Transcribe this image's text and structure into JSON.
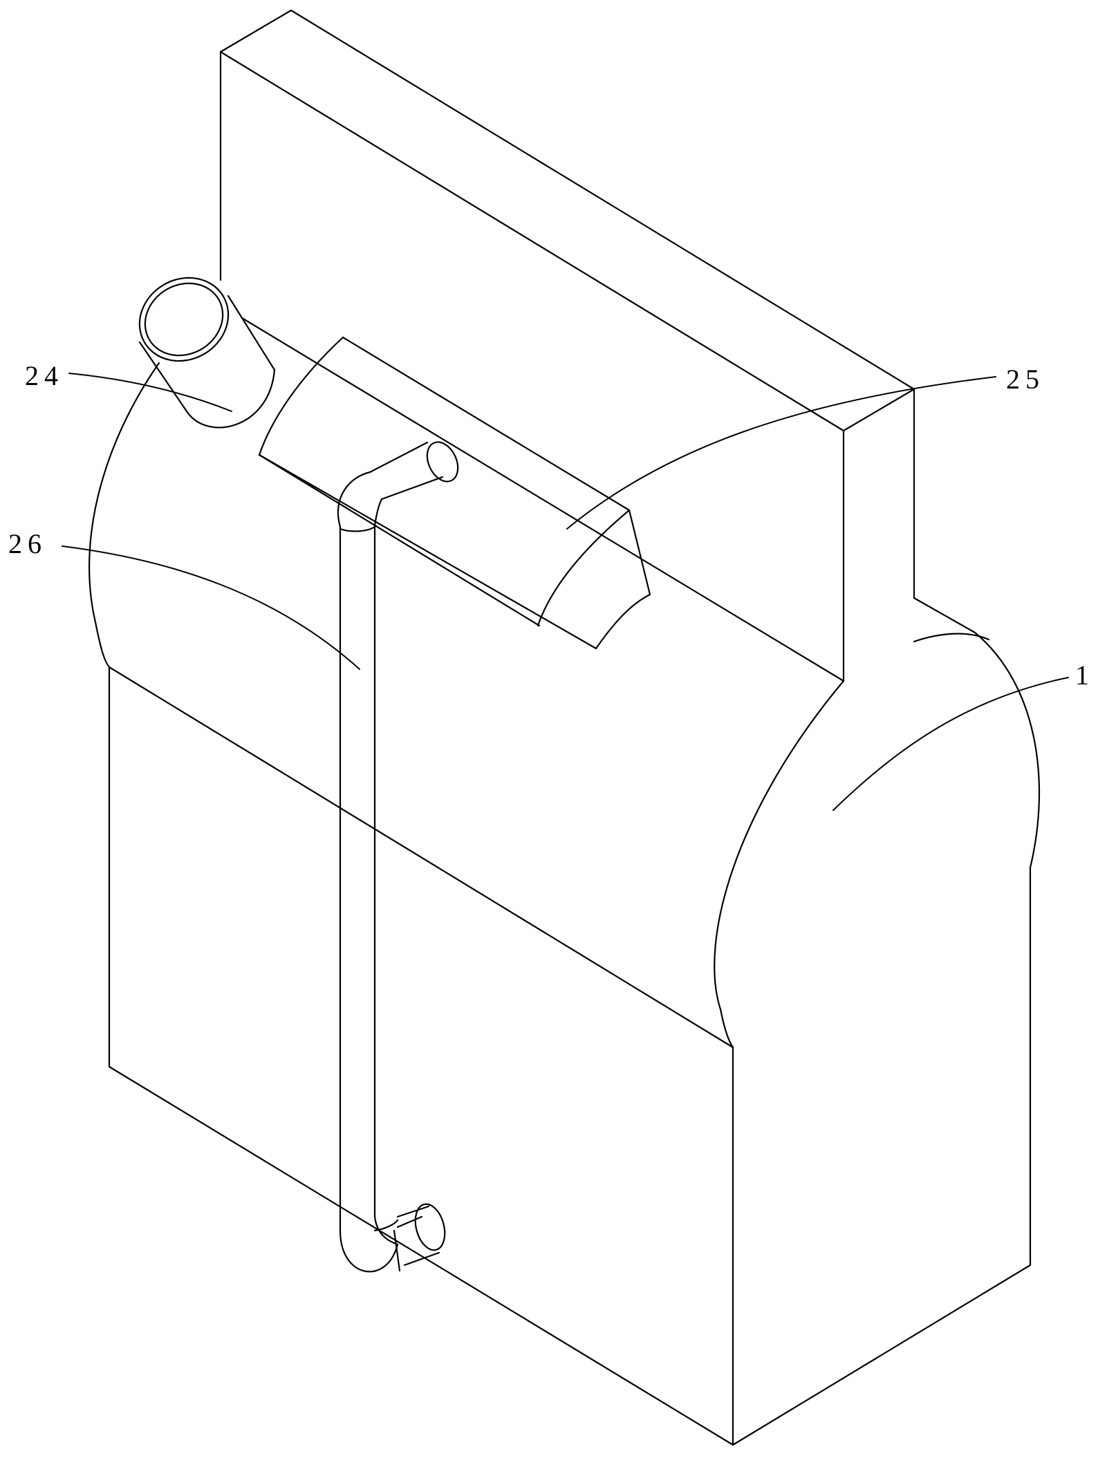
{
  "figure": {
    "labels": {
      "inlet_pipe": "24",
      "hopper": "25",
      "drain_pipe": "26",
      "tank_body": "1"
    }
  }
}
